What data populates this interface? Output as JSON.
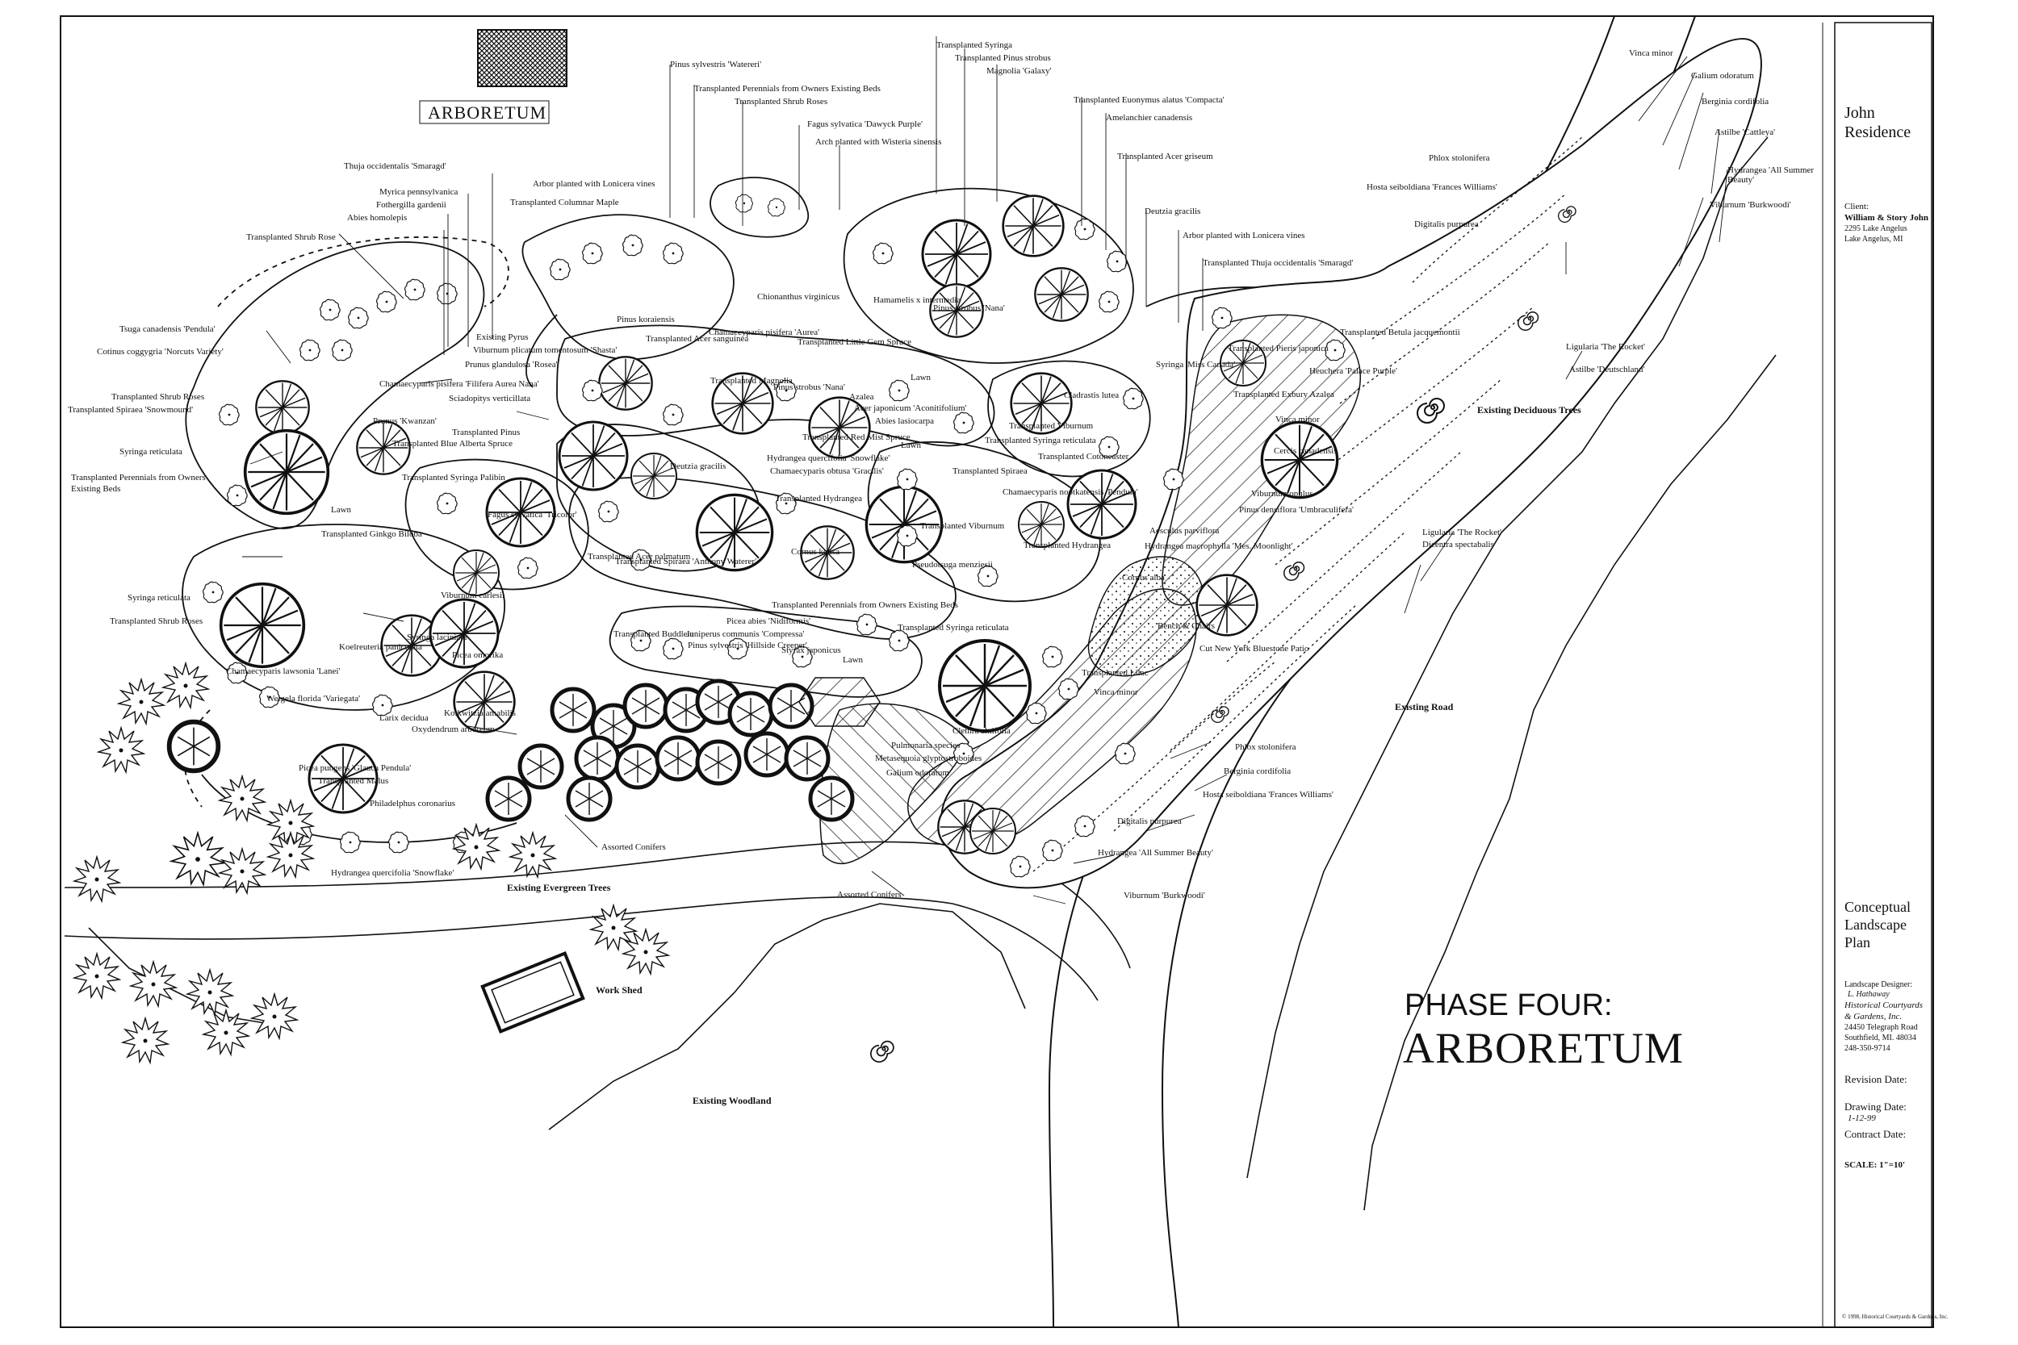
{
  "title_block": {
    "project": "John Residence",
    "client_label": "Client:",
    "client_name": "William & Story John",
    "client_addr1": "2295 Lake Angelus",
    "client_addr2": "Lake Angelus, MI",
    "plan_title": "Conceptual Landscape Plan",
    "designer_label": "Landscape Designer:",
    "designer_name": "L. Hathaway",
    "company1": "Historical Courtyards",
    "company2": "& Gardens, Inc.",
    "company_addr1": "24450 Telegraph Road",
    "company_addr2": "Southfield, MI. 48034",
    "company_phone": "248-350-9714",
    "revision_label": "Revision Date:",
    "drawing_label": "Drawing Date:",
    "drawing_value": "1-12-99",
    "contract_label": "Contract Date:",
    "scale": "SCALE: 1\"=10'",
    "copyright": "© 1998, Historical Courtyards & Gardens, Inc."
  },
  "phase_title_1": "PHASE FOUR:",
  "phase_title_2": "ARBORETUM",
  "arboretum_sign": "ARBORETUM",
  "labels": {
    "vinca_minor_top": "Vinca minor",
    "galium_top": "Galium odoratum",
    "berginia_top": "Berginia cordifolia",
    "astilbe_cattleya": "Astilbe 'Cattleya'",
    "phlox_top": "Phlox stolonifera",
    "hosta_top": "Hosta seiboldiana 'Frances Williams'",
    "hydrangea_top": "Hydrangea 'All Summer Beauty'",
    "viburnum_top": "Viburnum 'Burkwoodi'",
    "digitalis_top": "Digitalis purpurea",
    "ligularia_rocket1": "Ligularia 'The Rocket'",
    "astilbe_deutsch": "Astilbe 'Deutschland'",
    "existing_deciduous": "Existing Deciduous Trees",
    "ligularia_rocket2": "Ligularia 'The Rocket'",
    "dicentra": "Dicentra spectabalis",
    "existing_road": "Existing Road",
    "phlox_low": "Phlox stolonifera",
    "berginia_low": "Berginia cordifolia",
    "hosta_low": "Hosta seiboldiana 'Frances Williams'",
    "digitalis_low": "Digitalis purpurea",
    "hydrangea_low": "Hydrangea 'All Summer Beauty'",
    "viburnum_low": "Viburnum 'Burkwoodi'",
    "assorted_conifers_1": "Assorted Conifers",
    "assorted_conifers_2": "Assorted Conifers",
    "existing_evergreen": "Existing Evergreen Trees",
    "work_shed": "Work Shed",
    "existing_woodland": "Existing Woodland",
    "transplanted_syringa_top": "Transplanted Syringa",
    "transplanted_pinus_strobus": "Transplanted Pinus strobus",
    "magnolia_galaxy": "Magnolia 'Galaxy'",
    "pinus_watereri": "Pinus sylvestris 'Watereri'",
    "transplanted_perennials_owners": "Transplanted Perennials from Owners Existing Beds",
    "transplanted_shrub_roses_top": "Transplanted Shrub Roses",
    "fagus_dawyck": "Fagus sylvatica 'Dawyck Purple'",
    "arch_wisteria": "Arch planted with Wisteria sinensis",
    "euonymus": "Transplanted Euonymus alatus 'Compacta'",
    "amelanchier": "Amelanchier canadensis",
    "acer_griseum": "Transplanted Acer griseum",
    "deutzia_gracilis_top": "Deutzia gracilis",
    "arbor_lonicera_right": "Arbor planted with Lonicera vines",
    "thuja_smaragd_right": "Transplanted Thuja occidentalis 'Smaragd'",
    "thuja_smaragd": "Thuja occidentalis 'Smaragd'",
    "myrica": "Myrica pennsylvanica",
    "fothergilla": "Fothergilla gardenii",
    "abies": "Abies homolepis",
    "arbor_lonicera_left": "Arbor planted with Lonicera vines",
    "columnar_maple": "Transplanted Columnar Maple",
    "shrub_rose_left": "Transplanted Shrub Rose",
    "tsuga": "Tsuga canadensis 'Pendula'",
    "cotinus": "Cotinus coggygria 'Norcuts Variety'",
    "shrub_roses_left": "Transplanted Shrub Roses",
    "spiraea_snowmound": "Transplanted Spiraea 'Snowmound'",
    "syringa_reticulata_1": "Syringa reticulata",
    "perennials_owner_left": "Transplanted Perennials from Owners",
    "existing_beds_left": "Existing Beds",
    "lawn_1": "Lawn",
    "ginkgo": "Transplanted Ginkgo Biloba",
    "syringa_reticulata_2": "Syringa reticulata",
    "shrub_roses_low": "Transplanted Shrub Roses",
    "lawn_2": "Lawn",
    "lawn_3": "Lawn",
    "lawn_4": "Lawn",
    "chionanthus": "Chionanthus virginicus",
    "hamamelis": "Hamamelis x intermedia",
    "chamaecyparis_aurea": "Chamaecyparis pisifera 'Aurea'",
    "pieris": "Transplanted Pieris japonica",
    "syringa_miss_canada": "Syringa 'Miss Canada'",
    "exbury_azalea": "Transplanted Exbury Azalea",
    "vinca_minor_mid": "Vinca minor",
    "cercis": "Cercis canadensis",
    "viburnum_opulus": "Viburnum opulus",
    "pinus_densiflora": "Pinus densiflora 'Umbraculifera'",
    "hydrangea_mes_moonl": "Hydrangea macrophylla 'Mes. Moonlight'",
    "pseudotsuga": "Pseudotsuga menziesii",
    "perennials_owners_mid": "Transplanted Perennials from Owners Existing Beds",
    "juniperus": "Juniperus communis 'Compressa'",
    "hillside_creeper": "Pinus sylvestris 'Hillside Creeper'",
    "styrax": "Styrax japonicus",
    "transplanted_buddleia": "Transplanted Buddleia",
    "picea_abies": "Picea abies 'Nidiformis'",
    "syringa_reticulata_3": "Transplanted Syringa reticulata",
    "vinca_minor_low": "Vinca minor",
    "clethra": "Clethra alnifolia",
    "pulmonaria": "Pulmonaria species",
    "metasequoia": "Metasequoia glyptostroboides",
    "galium_low": "Galium odoratum",
    "bench_chairs": "Bench & Chairs",
    "cut_stone_patio": "Cut New York Bluestone Patio",
    "transplanted_lilac": "Transplanted Lilac",
    "picea_pungens": "Picea pungens 'Glauca Pendula'",
    "transplanted_mulus": "Transplanted Malus",
    "philadelphus": "Philadelphus coronarius",
    "hydrangea_quercifolia_snowflake": "Hydrangea quercifolia 'Snowflake'",
    "oxydendrum": "Oxydendrum arboreum",
    "kolwitzia": "Kolkwitzia amabilis",
    "larix": "Larix decidua",
    "weigela": "Weigela florida 'Variegata'",
    "chamaecyparis_lawsonia": "Chamaecyparis lawsonia 'Lanei'",
    "koelreuteria": "Koelreuteria paniculata",
    "viburnum_carlesii": "Viburnum carlesii",
    "syringa_laciniata": "Syringa laciniata",
    "picea_orientalis": "Picea omorika",
    "sciadopitys": "Sciadopitys verticillata",
    "prunus_kwanzan": "Prunus 'Kwanzan'",
    "picea_glauca_spruce": "Transplanted Blue Alberta Spruce",
    "syringa_meyeri": "Transplanted Syringa Palibin",
    "fagus_tricolor": "Fagus sylvatica 'Tricolor'",
    "transplanted_acer_palmatum": "Transplanted Acer palmatum",
    "transplanted_spiraea_anthony": "Transplanted Spiraea 'Anthony Waterer'",
    "cornus_kousa": "Cornus kousa",
    "transplanted_hydrangea": "Transplanted Hydrangea",
    "deutzia_gracilis_mid": "Deutzia gracilis",
    "hydrangea_quercifolia_mid": "Hydrangea quercifolia 'Snowflake'",
    "chamaecyparis_obtusa": "Chamaecyparis obtusa 'Gracilis'",
    "azalea": "Azalea",
    "acer_japonicum": "Acer japonicum 'Aconitifolium'",
    "abies_lasiocarpa": "Abies lasiocarpa",
    "transplanted_red_mist": "Transplanted Red Mist Spruce",
    "little_gem": "Transplanted Little Gem Spruce",
    "cladrastis": "Cladrastis lutea",
    "cotoneaster": "Transplanted Cotoneaster",
    "transplanted_spiraea_mid": "Transplanted Spiraea",
    "nootkatensis": "Chamaecyparis nootkatensis 'Pendula'",
    "transplanted_viburnum": "Transplanted Viburnum",
    "aesculus": "Aesculus parviflora",
    "transplanted_hydrangea_r": "Transplanted Hydrangea",
    "cornus_alba": "Cornus alba",
    "existing_pyrus": "Existing Pyrus",
    "pyrus_shasta": "Viburnum plicatum tomentosum 'Shasta'",
    "prunus_rosea": "Prunus glandulosa 'Rosea'",
    "pinus_koraiensis": "Pinus koraiensis",
    "betula_purple": "Transplanted Acer sanguinea",
    "chamaecyparis_filifera": "Chamaecyparis pisifera 'Filifera Aurea Nana'",
    "pinus_strobus_mid": "Pinus strobus 'Nana'",
    "transplanted_magnolia": "Transplanted Magnolia",
    "pinus_strobus_top": "Pinus strobus 'Nana'",
    "betula_jacquemontii": "Transplanted Betula jacquemontii",
    "heuchera": "Heuchera 'Palace Purple'",
    "aronia_splendens": "Transplanted Syringa reticulata",
    "transplanted_viburnum_2": "Transplanted Viburnum",
    "pinus_bungeana": "Transplanted Pinus"
  }
}
